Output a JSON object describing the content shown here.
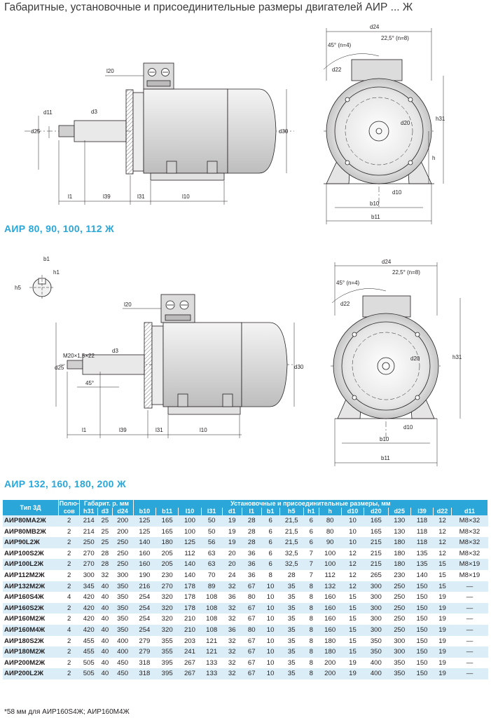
{
  "title": "Габаритные, установочные и присоединительные размеры двигателей АИР ... Ж",
  "series_top": "АИР 80, 90, 100, 112 Ж",
  "series_bottom": "АИР 132, 160, 180, 200 Ж",
  "dims": {
    "d24": "d24",
    "ang225": "22,5° (n=8)",
    "ang45": "45° (n=4)",
    "d22": "d22",
    "d20": "d20",
    "h31": "h31",
    "h": "h",
    "d10": "d10",
    "b10": "b10",
    "b11": "b11",
    "l20": "l20",
    "d11": "d11",
    "d3": "d3",
    "d25": "d25",
    "d30": "d30",
    "l1": "l1",
    "l39": "l39",
    "l31": "l31",
    "l10": "l10",
    "b1": "b1",
    "h1": "h1",
    "h5": "h5",
    "m20": "M20×1,5×22",
    "ang45b": "45°"
  },
  "table": {
    "head_type": "Тип 3Д",
    "head_poles": "Полю-сов",
    "head_gab": "Габарит. р. мм",
    "head_inst": "Установочные и присоединительные размеры, мм",
    "cols": [
      "h31",
      "d3",
      "d24",
      "b10",
      "b11",
      "l10",
      "l31",
      "d1",
      "l1",
      "b1",
      "h5",
      "h1",
      "h",
      "d10",
      "d20",
      "d25",
      "l39",
      "d22",
      "d11"
    ],
    "rows": [
      [
        "АИР80МА2Ж",
        "2",
        "214",
        "25",
        "200",
        "125",
        "165",
        "100",
        "50",
        "19",
        "28",
        "6",
        "21,5",
        "6",
        "80",
        "10",
        "165",
        "130",
        "118",
        "12",
        "М8×32"
      ],
      [
        "АИР80МВ2Ж",
        "2",
        "214",
        "25",
        "200",
        "125",
        "165",
        "100",
        "50",
        "19",
        "28",
        "6",
        "21,5",
        "6",
        "80",
        "10",
        "165",
        "130",
        "118",
        "12",
        "М8×32"
      ],
      [
        "АИР90L2Ж",
        "2",
        "250",
        "25",
        "250",
        "140",
        "180",
        "125",
        "56",
        "19",
        "28",
        "6",
        "21,5",
        "6",
        "90",
        "10",
        "215",
        "180",
        "118",
        "12",
        "М8×32"
      ],
      [
        "АИР100S2Ж",
        "2",
        "270",
        "28",
        "250",
        "160",
        "205",
        "112",
        "63",
        "20",
        "36",
        "6",
        "32,5",
        "7",
        "100",
        "12",
        "215",
        "180",
        "135",
        "12",
        "М8×32"
      ],
      [
        "АИР100L2Ж",
        "2",
        "270",
        "28",
        "250",
        "160",
        "205",
        "140",
        "63",
        "20",
        "36",
        "6",
        "32,5",
        "7",
        "100",
        "12",
        "215",
        "180",
        "135",
        "15",
        "М8×19"
      ],
      [
        "АИР112М2Ж",
        "2",
        "300",
        "32",
        "300",
        "190",
        "230",
        "140",
        "70",
        "24",
        "36",
        "8",
        "28",
        "7",
        "112",
        "12",
        "265",
        "230",
        "140",
        "15",
        "М8×19"
      ],
      [
        "АИР132М2Ж",
        "2",
        "345",
        "40",
        "350",
        "216",
        "270",
        "178",
        "89",
        "32",
        "67",
        "10",
        "35",
        "8",
        "132",
        "12",
        "300",
        "250",
        "150",
        "15",
        "—"
      ],
      [
        "АИР160S4Ж",
        "4",
        "420",
        "40",
        "350",
        "254",
        "320",
        "178",
        "108",
        "36",
        "80",
        "10",
        "35",
        "8",
        "160",
        "15",
        "300",
        "250",
        "150",
        "19",
        "—"
      ],
      [
        "АИР160S2Ж",
        "2",
        "420",
        "40",
        "350",
        "254",
        "320",
        "178",
        "108",
        "32",
        "67",
        "10",
        "35",
        "8",
        "160",
        "15",
        "300",
        "250",
        "150",
        "19",
        "—"
      ],
      [
        "АИР160М2Ж",
        "2",
        "420",
        "40",
        "350",
        "254",
        "320",
        "210",
        "108",
        "32",
        "67",
        "10",
        "35",
        "8",
        "160",
        "15",
        "300",
        "250",
        "150",
        "19",
        "—"
      ],
      [
        "АИР160М4Ж",
        "4",
        "420",
        "40",
        "350",
        "254",
        "320",
        "210",
        "108",
        "36",
        "80",
        "10",
        "35",
        "8",
        "160",
        "15",
        "300",
        "250",
        "150",
        "19",
        "—"
      ],
      [
        "АИР180S2Ж",
        "2",
        "455",
        "40",
        "400",
        "279",
        "355",
        "203",
        "121",
        "32",
        "67",
        "10",
        "35",
        "8",
        "180",
        "15",
        "350",
        "300",
        "150",
        "19",
        "—"
      ],
      [
        "АИР180М2Ж",
        "2",
        "455",
        "40",
        "400",
        "279",
        "355",
        "241",
        "121",
        "32",
        "67",
        "10",
        "35",
        "8",
        "180",
        "15",
        "350",
        "300",
        "150",
        "19",
        "—"
      ],
      [
        "АИР200М2Ж",
        "2",
        "505",
        "40",
        "450",
        "318",
        "395",
        "267",
        "133",
        "32",
        "67",
        "10",
        "35",
        "8",
        "200",
        "19",
        "400",
        "350",
        "150",
        "19",
        "—"
      ],
      [
        "АИР200L2Ж",
        "2",
        "505",
        "40",
        "450",
        "318",
        "395",
        "267",
        "133",
        "32",
        "67",
        "10",
        "35",
        "8",
        "200",
        "19",
        "400",
        "350",
        "150",
        "19",
        "—"
      ]
    ]
  },
  "footnote": "*58 мм для АИР160S4Ж; АИР160М4Ж"
}
